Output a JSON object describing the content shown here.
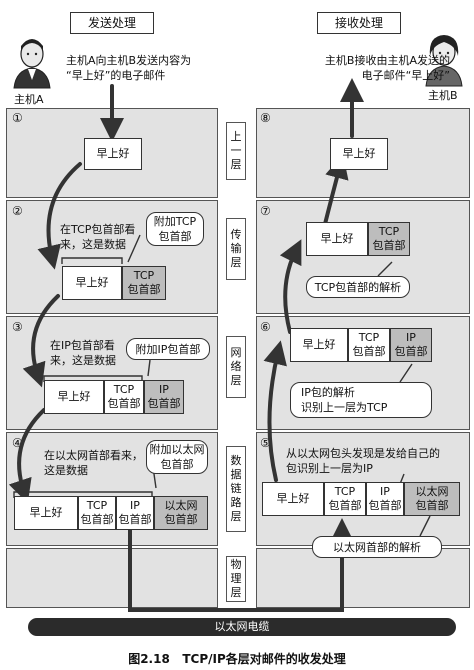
{
  "send_title": "发送处理",
  "recv_title": "接收处理",
  "host_a": "主机A",
  "host_b": "主机B",
  "send_desc": [
    "主机A向主机B发送内容为",
    "“早上好”的电子邮件"
  ],
  "recv_desc": [
    "主机B接收由主机A发送的",
    "电子邮件“早上好”"
  ],
  "steps": [
    "①",
    "②",
    "③",
    "④",
    "⑤",
    "⑥",
    "⑦",
    "⑧"
  ],
  "layers": {
    "upper": "上\n一\n层",
    "transport": "传\n输\n层",
    "network": "网\n络\n层",
    "datalink": "数\n据\n链\n路\n层",
    "physical": "物\n理\n层"
  },
  "payload": "早上好",
  "tcp_header": "TCP\n包首部",
  "ip_header": "IP\n包首部",
  "eth_header": "以太网\n包首部",
  "notes": {
    "tcp_view": "在TCP包首部看\n来，这是数据",
    "add_tcp": "附加TCP\n包首部",
    "ip_view": "在IP包首部看\n来，这是数据",
    "add_ip": "附加IP包首部",
    "eth_view": "在以太网首部看来，\n这是数据",
    "add_eth": "附加以太网\n包首部",
    "tcp_parse": "TCP包首部的解析",
    "ip_parse": "IP包的解析\n识别上一层为TCP",
    "eth_find": "从以太网包头发现是发给自己的\n包识别上一层为IP",
    "eth_parse": "以太网首部的解析"
  },
  "cable": "以太网电缆",
  "caption": "图2.18   TCP/IP各层对邮件的收发处理"
}
